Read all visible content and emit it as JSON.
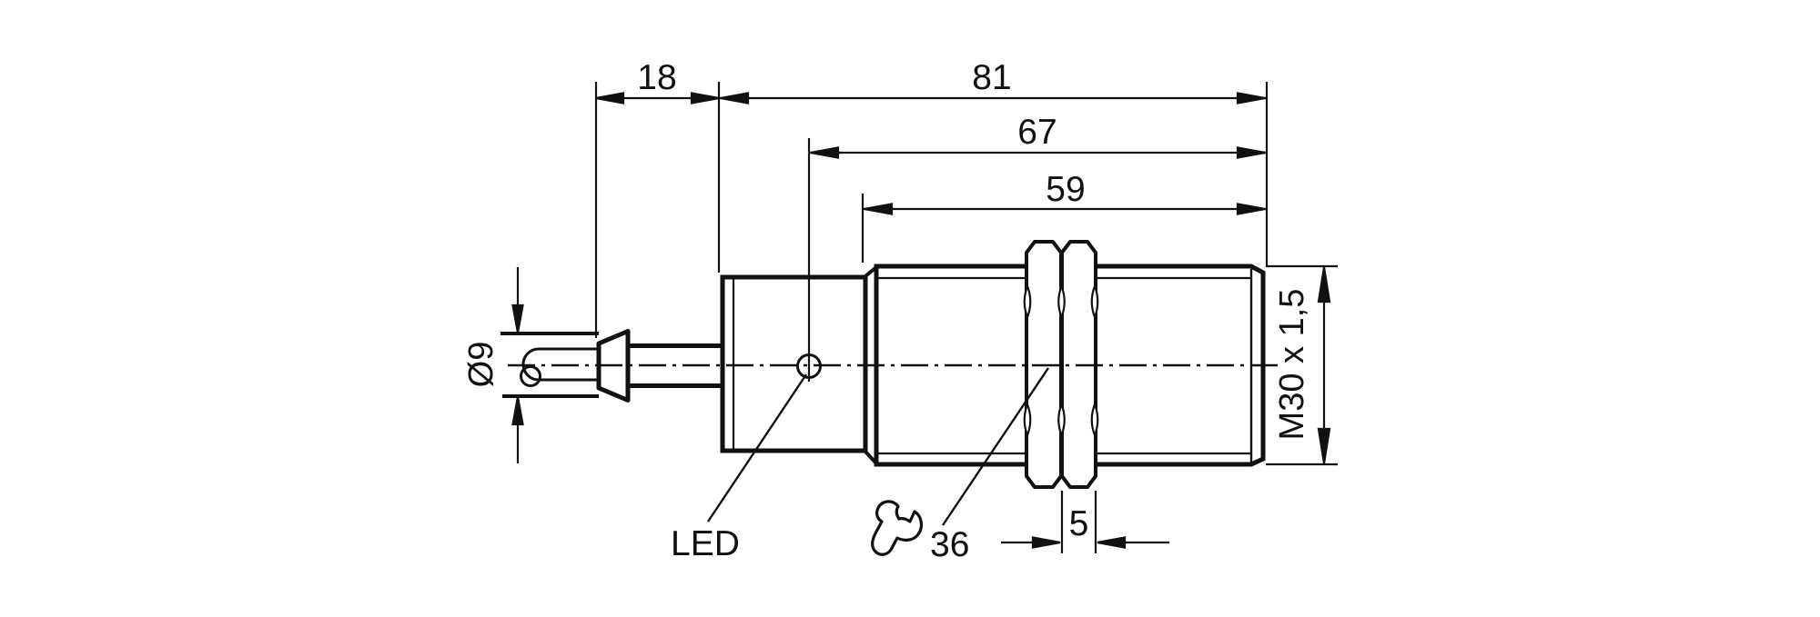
{
  "drawing": {
    "kind": "sensor-dimensional-drawing",
    "colors": {
      "line": "#111111",
      "background": "#ffffff"
    },
    "labels": {
      "dim_cable_gland_length": "18",
      "dim_overall_length": "81",
      "dim_length_to_led": "67",
      "dim_threaded_length": "59",
      "dim_nut_thickness": "5",
      "dim_cable_diameter": "Ø9",
      "dim_thread_spec": "M30 x 1,5",
      "wrench_size": "36",
      "led_label": "LED"
    },
    "icons": {
      "wrench_icon": "open-end-wrench"
    }
  }
}
